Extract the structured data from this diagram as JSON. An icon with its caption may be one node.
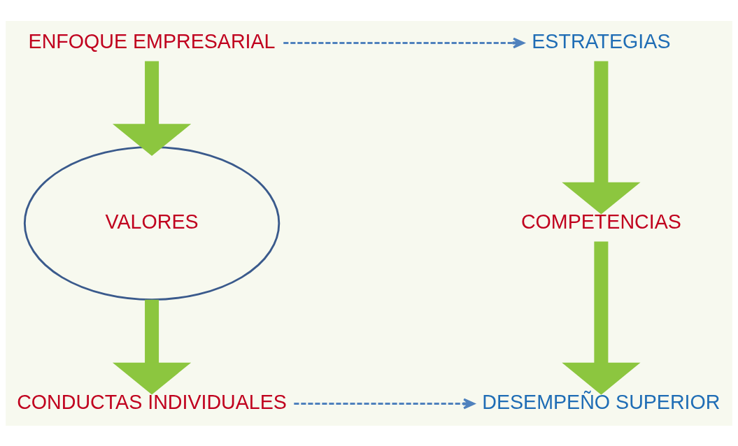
{
  "diagram": {
    "nodes": [
      {
        "text": [
          "ENFOQUE EMPRESARIAL"
        ]
      },
      {
        "text": [
          "ESTRATEGIAS"
        ]
      },
      {
        "text": [
          "VALORES"
        ]
      },
      {
        "text": [
          "COMPETENCIAS"
        ]
      },
      {
        "text": [
          "CONDUCTAS INDIVIDUALES"
        ]
      },
      {
        "text": [
          "DESEMPEÑO SUPERIOR"
        ]
      }
    ],
    "edges": [
      {
        "from": 0,
        "to": 1,
        "arrow": "to",
        "style": "dashed",
        "color": "#4f81bd"
      },
      {
        "from": 0,
        "to": 2,
        "arrow": "to"
      },
      {
        "from": 1,
        "to": 3,
        "arrow": "to"
      },
      {
        "from": 2,
        "to": 4,
        "arrow": "to"
      },
      {
        "from": 3,
        "to": 5,
        "arrow": "to"
      },
      {
        "from": 4,
        "to": 5,
        "arrow": "to",
        "style": "dashed",
        "color": "#4f81bd"
      }
    ]
  }
}
